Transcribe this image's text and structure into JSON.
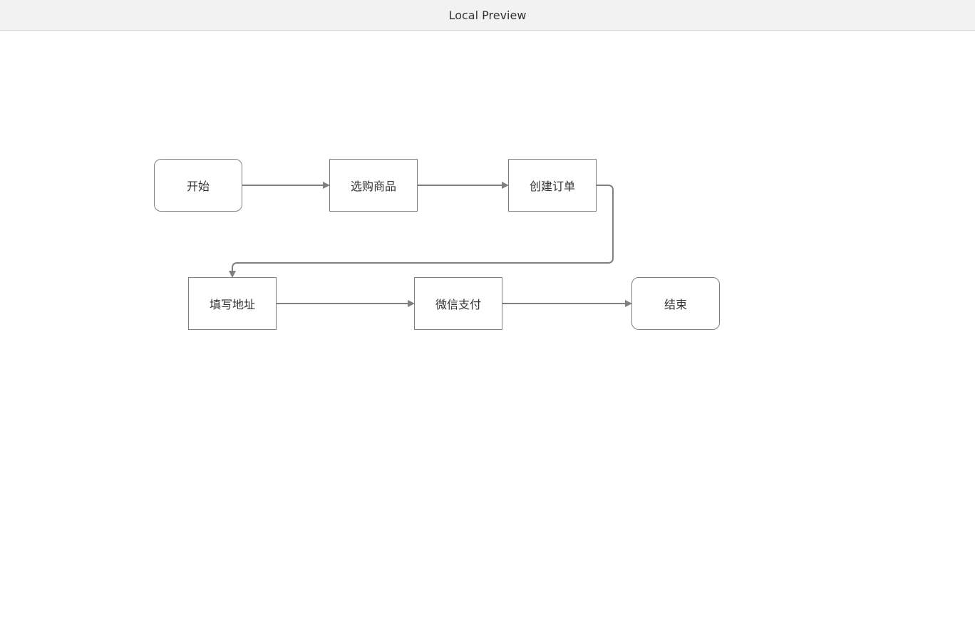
{
  "window": {
    "title": "Local Preview"
  },
  "diagram": {
    "nodes": [
      {
        "id": "start",
        "label": "开始",
        "shape": "rounded"
      },
      {
        "id": "select",
        "label": "选购商品",
        "shape": "rect"
      },
      {
        "id": "order",
        "label": "创建订单",
        "shape": "rect"
      },
      {
        "id": "address",
        "label": "填写地址",
        "shape": "rect"
      },
      {
        "id": "pay",
        "label": "微信支付",
        "shape": "rect"
      },
      {
        "id": "end",
        "label": "结束",
        "shape": "rounded"
      }
    ],
    "edges": [
      {
        "from": "start",
        "to": "select"
      },
      {
        "from": "select",
        "to": "order"
      },
      {
        "from": "order",
        "to": "address"
      },
      {
        "from": "address",
        "to": "pay"
      },
      {
        "from": "pay",
        "to": "end"
      }
    ],
    "colors": {
      "line": "#808080",
      "border": "#808080",
      "text": "#333333"
    }
  }
}
